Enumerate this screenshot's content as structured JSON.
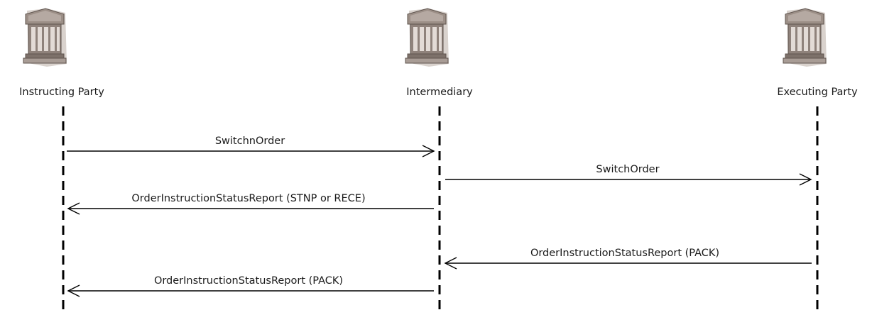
{
  "participants": [
    {
      "id": "instructing",
      "label": "Instructing Party",
      "icon": "bank-building-icon"
    },
    {
      "id": "intermediary",
      "label": "Intermediary",
      "icon": "bank-building-icon"
    },
    {
      "id": "executing",
      "label": "Executing Party",
      "icon": "bank-building-icon"
    }
  ],
  "messages": [
    {
      "from": "instructing",
      "to": "intermediary",
      "label": "SwitchnOrder"
    },
    {
      "from": "intermediary",
      "to": "executing",
      "label": "SwitchOrder"
    },
    {
      "from": "intermediary",
      "to": "instructing",
      "label": "OrderInstructionStatusReport (STNP or RECE)"
    },
    {
      "from": "executing",
      "to": "intermediary",
      "label": "OrderInstructionStatusReport (PACK)"
    },
    {
      "from": "intermediary",
      "to": "instructing",
      "label": "OrderInstructionStatusReport (PACK)"
    }
  ],
  "colors": {
    "building_body": "#9c8f87",
    "building_dark": "#6e625b",
    "building_light": "#c9beb7",
    "line": "#000000"
  }
}
